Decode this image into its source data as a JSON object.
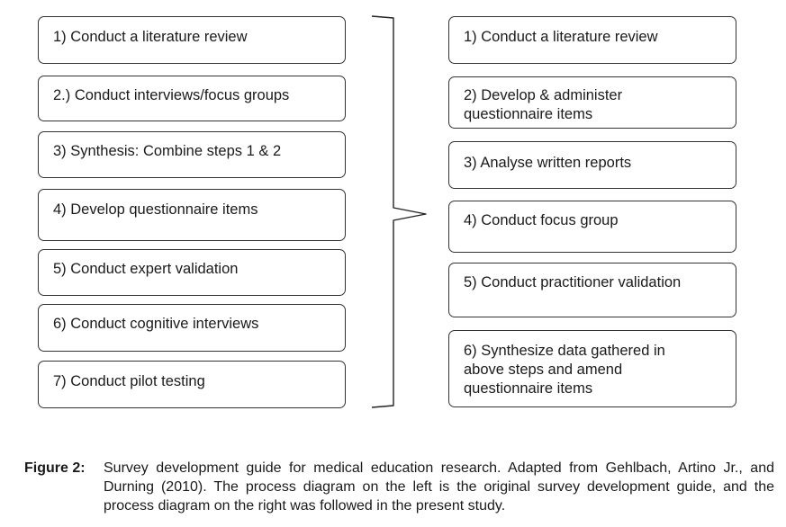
{
  "left_column": {
    "steps": [
      "1) Conduct a literature review",
      "2.) Conduct interviews/focus groups",
      "3) Synthesis: Combine steps 1 & 2",
      "4) Develop questionnaire items",
      "5) Conduct expert validation",
      "6) Conduct cognitive interviews",
      "7) Conduct pilot testing"
    ]
  },
  "right_column": {
    "steps": [
      "1) Conduct a literature review",
      "2) Develop & administer\nquestionnaire items",
      "3) Analyse written reports",
      "4) Conduct focus group",
      "5) Conduct practitioner validation",
      "6) Synthesize data gathered in\nabove steps and amend\nquestionnaire items"
    ]
  },
  "caption": {
    "label": "Figure 2:",
    "text": "Survey development guide for medical education research. Adapted from Gehlbach, Artino Jr., and Durning (2010). The process diagram on the left is the original survey development guide, and the process diagram on the right was followed in the present study."
  }
}
